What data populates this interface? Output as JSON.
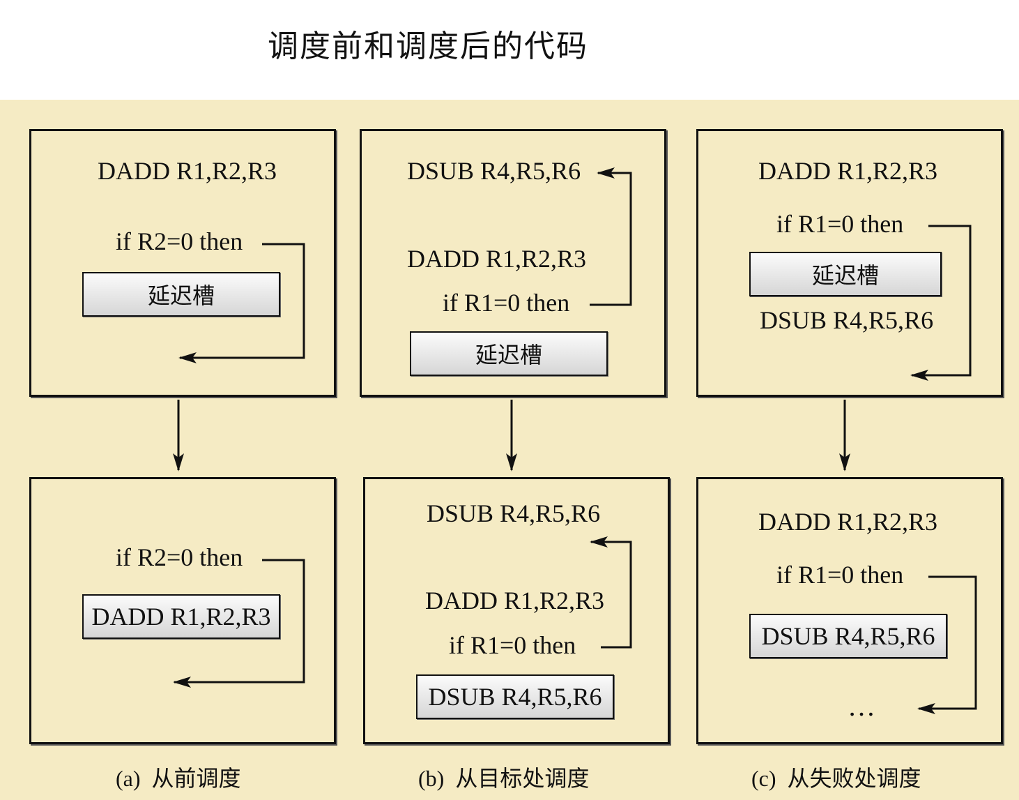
{
  "title": "调度前和调度后的代码",
  "slot_label": "延迟槽",
  "instr": {
    "dadd": "DADD R1,R2,R3",
    "dsub": "DSUB R4,R5,R6",
    "if_r2": "if R2=0 then",
    "if_r1": "if R1=0 then",
    "ellipsis": "…"
  },
  "captions": {
    "a_tag": "(a)",
    "a_text": "从前调度",
    "b_tag": "(b)",
    "b_text": "从目标处调度",
    "c_tag": "(c)",
    "c_text": "从失败处调度"
  }
}
